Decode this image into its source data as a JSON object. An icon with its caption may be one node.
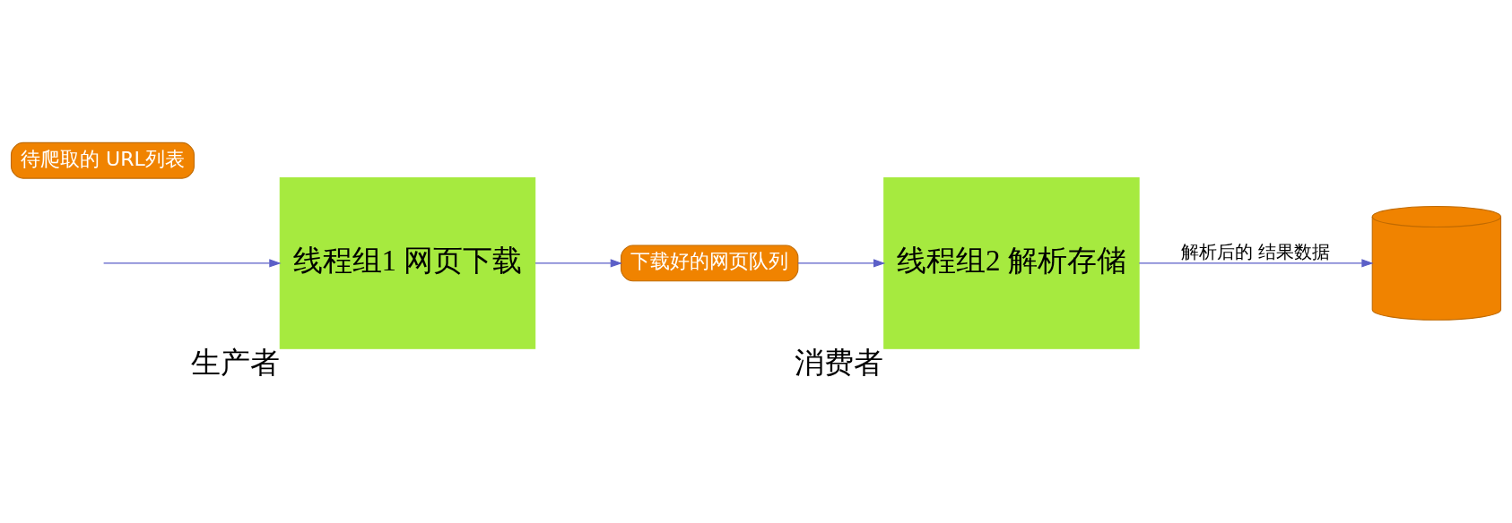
{
  "diagram": {
    "nodes": [
      {
        "text": [
          "待爬取的 URL列表"
        ]
      },
      {
        "text": [
          "线程组1 网页下载"
        ],
        "beside": [
          "生产者"
        ]
      },
      {
        "text": [
          "下载好的网页队列"
        ]
      },
      {
        "text": [
          "线程组2 解析存储"
        ],
        "beside": [
          "消费者"
        ]
      },
      {
        "text": [],
        "shape": "cylinder"
      }
    ],
    "edges": [
      {
        "from": null,
        "to": 1,
        "arrow": "to"
      },
      {
        "from": 1,
        "to": 2,
        "arrow": "to"
      },
      {
        "from": 2,
        "to": 3,
        "arrow": "to"
      },
      {
        "from": 3,
        "to": 4,
        "arrow": "to",
        "label": "解析后的 结果数据"
      }
    ]
  }
}
